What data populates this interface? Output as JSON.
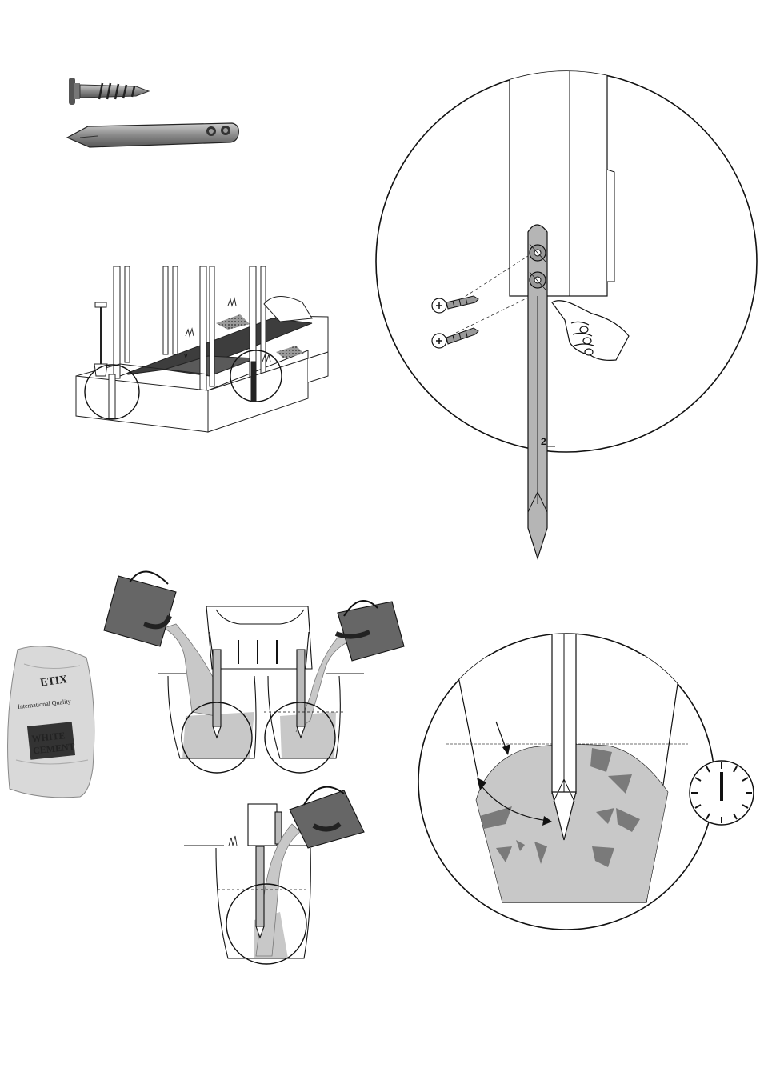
{
  "page": {
    "background": "#ffffff",
    "ink": "#111111",
    "concrete_fill": "#c8c8c8",
    "aggregate_fill": "#7a7a7a"
  },
  "parts": {
    "screw_icon": "screw-icon",
    "anchor_stake_icon": "anchor-stake-icon"
  },
  "detail": {
    "stake_number": "2"
  },
  "cement_bag": {
    "brand_line1": "WHITE",
    "brand_line2": "CEMENT",
    "quality_text": "International Quality",
    "top_text": "ETIX"
  },
  "timer": {
    "icon": "clock-icon"
  }
}
